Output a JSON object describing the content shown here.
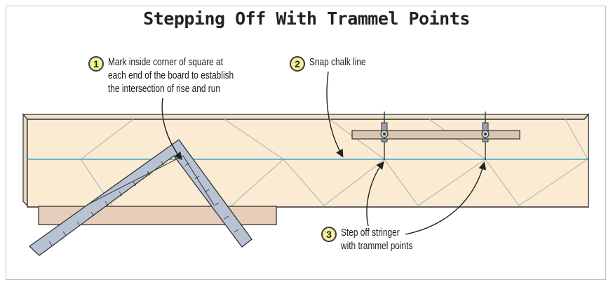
{
  "title": "Stepping Off With Trammel Points",
  "callouts": [
    {
      "number": "1",
      "lines": [
        "Mark inside corner of square at",
        "each end of the board to establish",
        "the intersection of rise and run"
      ]
    },
    {
      "number": "2",
      "lines": [
        "Snap chalk line"
      ]
    },
    {
      "number": "3",
      "lines": [
        "Step off stringer",
        "with trammel points"
      ]
    }
  ],
  "colors": {
    "board": "#fcebd3",
    "board_edge": "#333333",
    "chalk_line": "#3aa6c7",
    "step_lines": "#b8b8b8",
    "square": "#b7c3d3",
    "fence": "#e6cdb9",
    "bar": "#d9c6b2",
    "badge_fill": "#f6ef9a"
  },
  "icons": [
    "framing-square-icon",
    "trammel-point-icon"
  ]
}
